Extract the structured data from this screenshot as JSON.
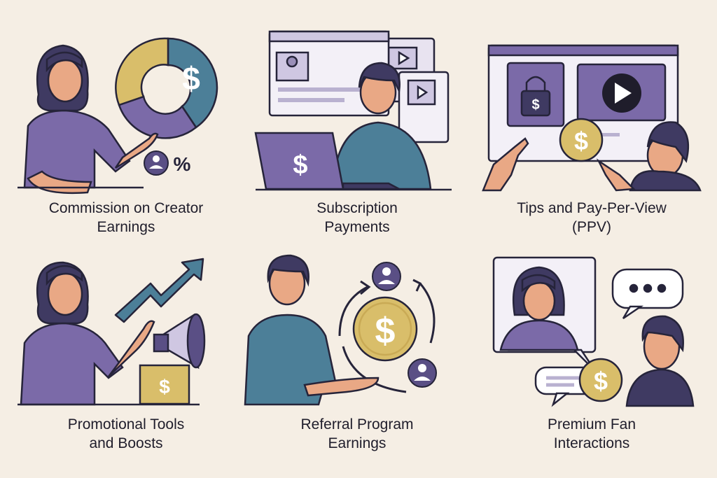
{
  "palette": {
    "background": "#f5eee4",
    "purple": "#7b6aa8",
    "dark_purple": "#3f3a62",
    "gold": "#d9be6a",
    "teal": "#4c7f98",
    "lavender": "#cfc7e2",
    "outline": "#26243a"
  },
  "panels": [
    {
      "caption_line1": "Commission on Creator",
      "caption_line2": "Earnings",
      "icons": [
        "woman",
        "donut-chart",
        "dollar",
        "user-percent"
      ]
    },
    {
      "caption_line1": "Subscription",
      "caption_line2": "Payments",
      "icons": [
        "man",
        "laptop",
        "browser-window",
        "video"
      ]
    },
    {
      "caption_line1": "Tips and Pay-Per-View",
      "caption_line2": "(PPV)",
      "icons": [
        "browser-window",
        "lock",
        "play",
        "coin",
        "man"
      ]
    },
    {
      "caption_line1": "Promotional Tools",
      "caption_line2": "and Boosts",
      "icons": [
        "woman",
        "trend-arrow",
        "megaphone",
        "dollar-box"
      ]
    },
    {
      "caption_line1": "Referral Program",
      "caption_line2": "Earnings",
      "icons": [
        "man",
        "coin",
        "cycle-arrows",
        "user"
      ]
    },
    {
      "caption_line1": "Premium Fan",
      "caption_line2": "Interactions",
      "icons": [
        "woman",
        "man",
        "chat-bubble",
        "coin"
      ]
    }
  ]
}
